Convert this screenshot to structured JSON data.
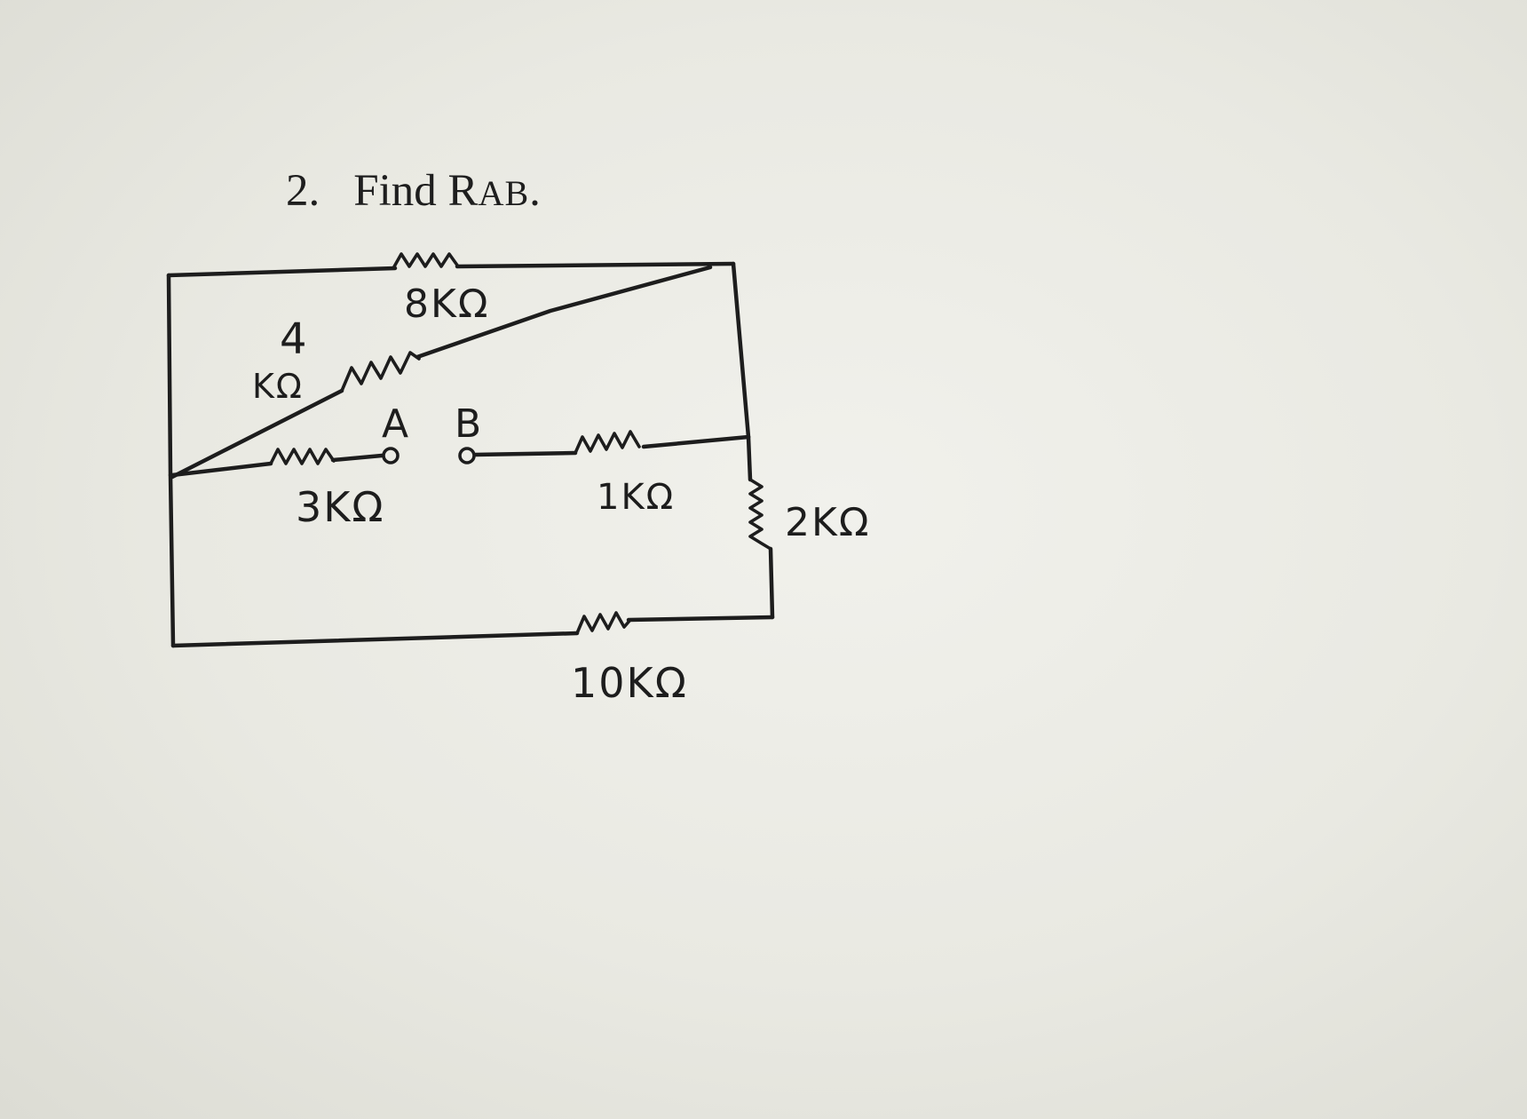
{
  "problem": {
    "number": "2.",
    "prefix": "Find R",
    "subscript": "AB",
    "suffix": "."
  },
  "circuit": {
    "resistor_8k": "8KΩ",
    "resistor_4k_value": "4",
    "resistor_4k_unit": "KΩ",
    "resistor_3k": "3KΩ",
    "resistor_1k": "1KΩ",
    "resistor_2k": "2KΩ",
    "resistor_10k": "10KΩ",
    "terminal_a": "A",
    "terminal_b": "B"
  },
  "colors": {
    "ink": "#1d1d1d",
    "paper": "#ececE6"
  }
}
